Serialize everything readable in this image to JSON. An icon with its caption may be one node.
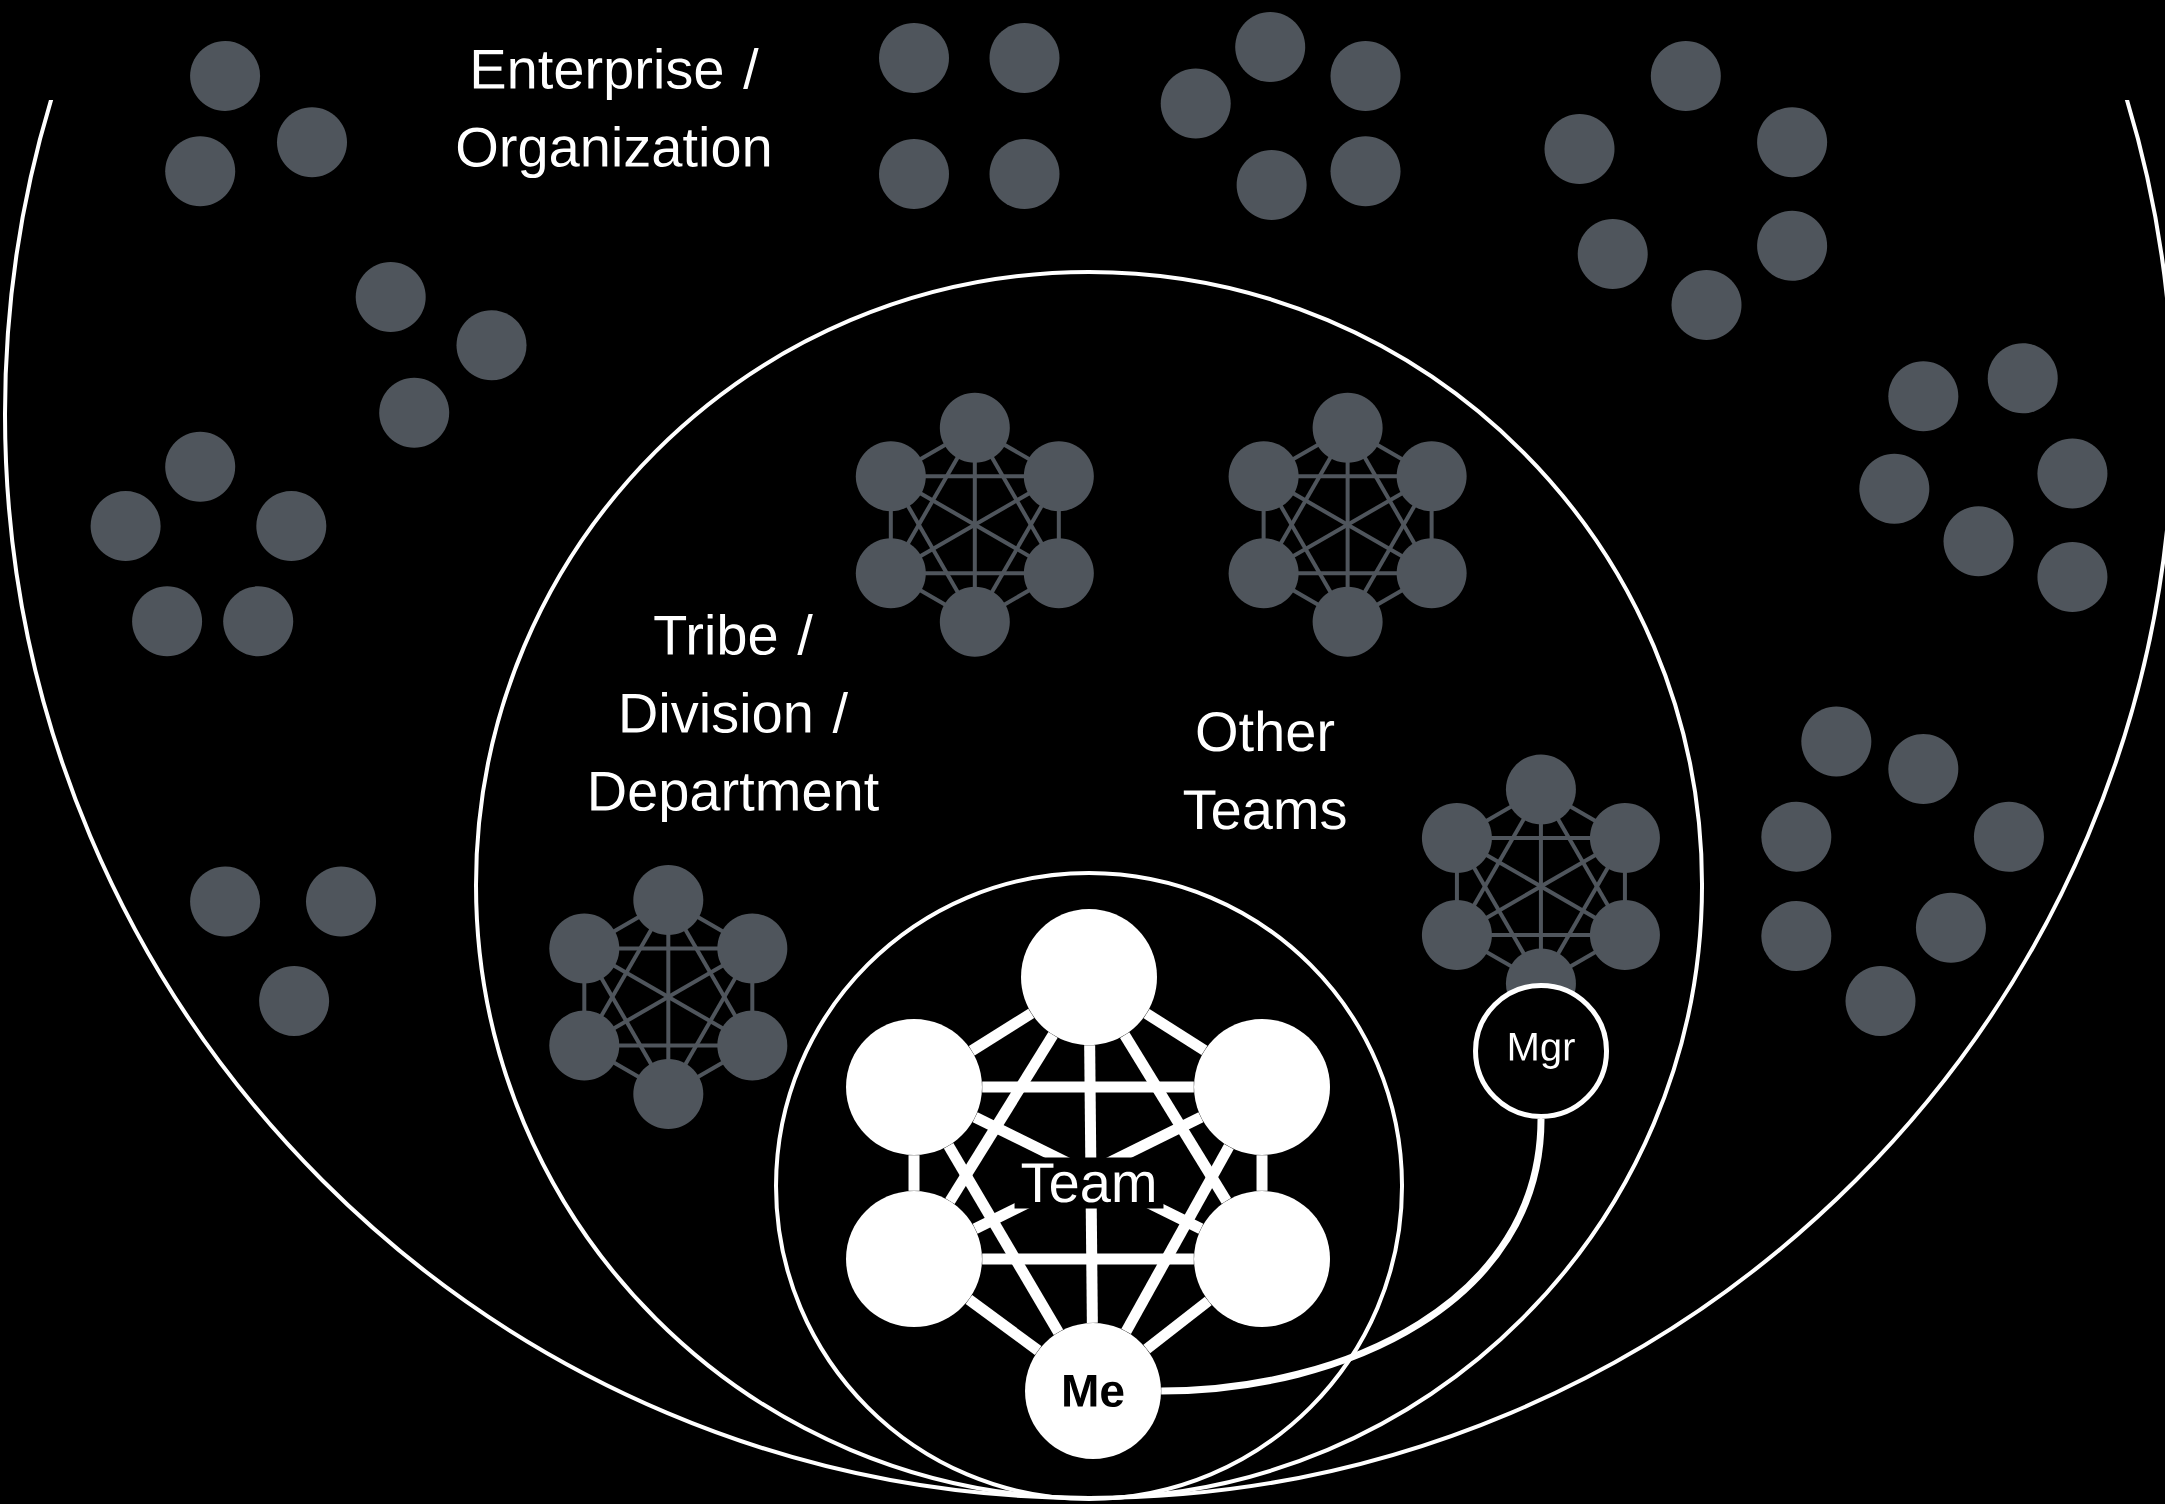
{
  "diagram": {
    "nodes": [
      {
        "text": [
          "Enterprise / Organization"
        ]
      },
      {
        "text": [
          "Tribe / Division / Department"
        ],
        "in": 0
      },
      {
        "text": [
          "Team"
        ],
        "in": 1
      },
      {
        "text": [],
        "shape": "circle",
        "in": 2
      },
      {
        "text": [],
        "shape": "circle",
        "in": 2
      },
      {
        "text": [],
        "shape": "circle",
        "in": 2
      },
      {
        "text": [],
        "shape": "circle",
        "in": 2
      },
      {
        "text": [],
        "shape": "circle",
        "in": 2
      },
      {
        "text": [
          "Me"
        ],
        "in": 2
      },
      {
        "text": [
          "Mgr"
        ],
        "in": 1
      }
    ],
    "edges": [
      {
        "from": 3,
        "to": 4,
        "arrow": "none"
      },
      {
        "from": 3,
        "to": 5,
        "arrow": "none"
      },
      {
        "from": 3,
        "to": 6,
        "arrow": "none"
      },
      {
        "from": 3,
        "to": 7,
        "arrow": "none"
      },
      {
        "from": 3,
        "to": 8,
        "arrow": "none"
      },
      {
        "from": 4,
        "to": 5,
        "arrow": "none"
      },
      {
        "from": 4,
        "to": 6,
        "arrow": "none"
      },
      {
        "from": 4,
        "to": 7,
        "arrow": "none"
      },
      {
        "from": 4,
        "to": 8,
        "arrow": "none"
      },
      {
        "from": 5,
        "to": 6,
        "arrow": "none"
      },
      {
        "from": 5,
        "to": 7,
        "arrow": "none"
      },
      {
        "from": 5,
        "to": 8,
        "arrow": "none"
      },
      {
        "from": 6,
        "to": 7,
        "arrow": "none"
      },
      {
        "from": 6,
        "to": 8,
        "arrow": "none"
      },
      {
        "from": 7,
        "to": 8,
        "arrow": "none"
      },
      {
        "from": 9,
        "to": 8,
        "arrow": "none"
      }
    ],
    "labels": [
      "Other Teams"
    ]
  }
}
